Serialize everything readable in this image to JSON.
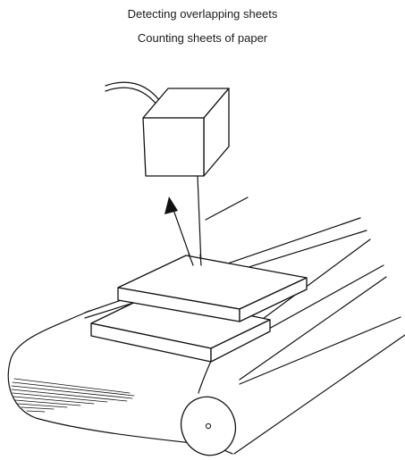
{
  "captions": {
    "line1": "Detecting overlapping sheets",
    "line2": "Counting sheets of paper"
  },
  "illustration": {
    "objects": [
      "sensor-head",
      "sensor-cable",
      "light-beam",
      "reflection-arrow",
      "paper-sheet-upper",
      "paper-sheet-lower",
      "conveyor-belt",
      "conveyor-roller"
    ],
    "stroke_color": "#111111",
    "background_color": "#ffffff"
  }
}
